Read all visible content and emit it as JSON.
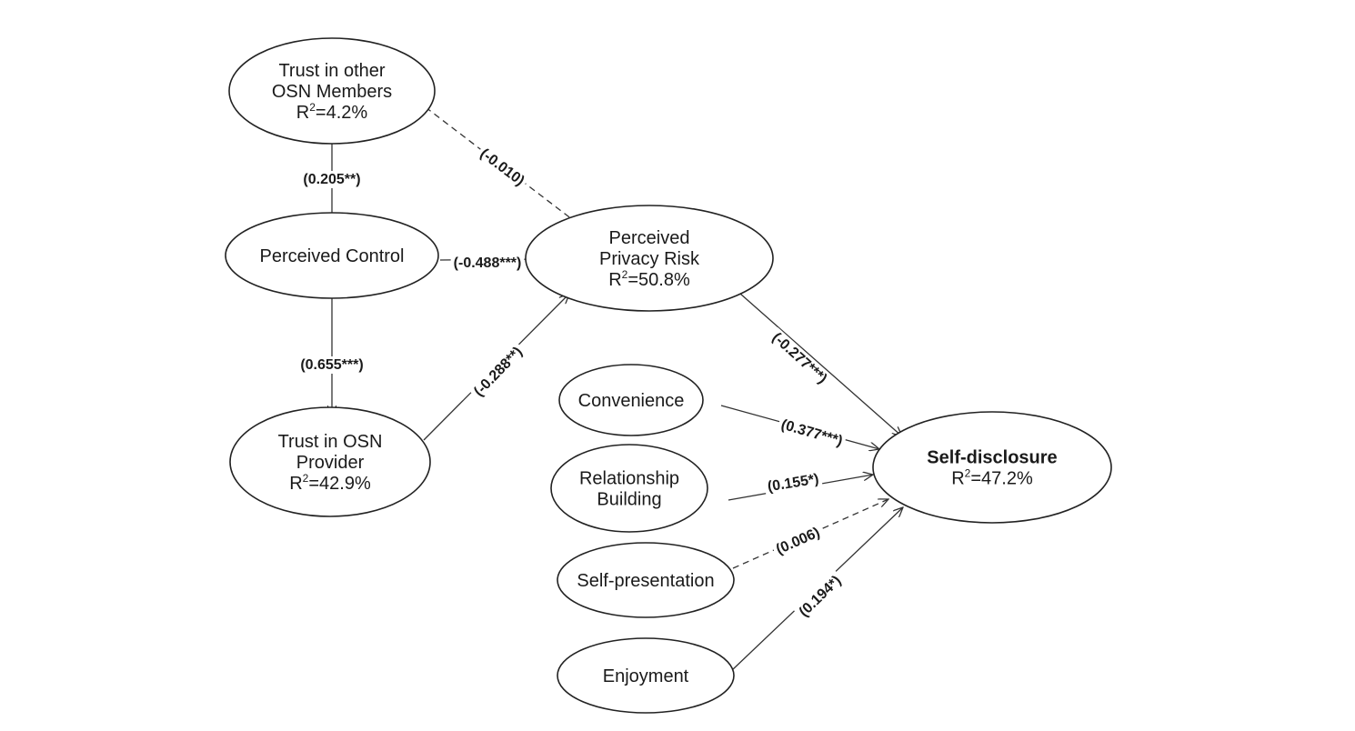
{
  "nodes": [
    {
      "id": "trust_members",
      "lines": [
        "Trust in other",
        "OSN Members"
      ],
      "r2": "4.2%",
      "bold": false
    },
    {
      "id": "perceived_control",
      "lines": [
        "Perceived Control"
      ],
      "r2": null,
      "bold": false
    },
    {
      "id": "trust_provider",
      "lines": [
        "Trust in OSN",
        "Provider"
      ],
      "r2": "42.9%",
      "bold": false
    },
    {
      "id": "privacy_risk",
      "lines": [
        "Perceived",
        "Privacy Risk"
      ],
      "r2": "50.8%",
      "bold": false
    },
    {
      "id": "convenience",
      "lines": [
        "Convenience"
      ],
      "r2": null,
      "bold": false
    },
    {
      "id": "relationship",
      "lines": [
        "Relationship",
        "Building"
      ],
      "r2": null,
      "bold": false
    },
    {
      "id": "self_presentation",
      "lines": [
        "Self-presentation"
      ],
      "r2": null,
      "bold": false
    },
    {
      "id": "enjoyment",
      "lines": [
        "Enjoyment"
      ],
      "r2": null,
      "bold": false
    },
    {
      "id": "self_disclosure",
      "lines": [
        "Self-disclosure"
      ],
      "r2": "47.2%",
      "bold": true
    }
  ],
  "r2_prefix": "R",
  "r2_sup": "2",
  "edges": [
    {
      "id": "control_to_members",
      "from": "perceived_control",
      "to": "trust_members",
      "coefficient": "(0.205**)",
      "style": "solid"
    },
    {
      "id": "members_to_risk",
      "from": "trust_members",
      "to": "privacy_risk",
      "coefficient": "(-0.010)",
      "style": "dashed"
    },
    {
      "id": "control_to_risk",
      "from": "perceived_control",
      "to": "privacy_risk",
      "coefficient": "(-0.488***)",
      "style": "solid"
    },
    {
      "id": "control_to_provider",
      "from": "perceived_control",
      "to": "trust_provider",
      "coefficient": "(0.655***)",
      "style": "solid"
    },
    {
      "id": "provider_to_risk",
      "from": "trust_provider",
      "to": "privacy_risk",
      "coefficient": "(-0.288**)",
      "style": "solid"
    },
    {
      "id": "risk_to_disclosure",
      "from": "privacy_risk",
      "to": "self_disclosure",
      "coefficient": "(-0.277***)",
      "style": "solid"
    },
    {
      "id": "convenience_to_disclosure",
      "from": "convenience",
      "to": "self_disclosure",
      "coefficient": "(0.377***)",
      "style": "solid"
    },
    {
      "id": "relationship_to_disclosure",
      "from": "relationship",
      "to": "self_disclosure",
      "coefficient": "(0.155*)",
      "style": "solid"
    },
    {
      "id": "presentation_to_disclosure",
      "from": "self_presentation",
      "to": "self_disclosure",
      "coefficient": "(0.006)",
      "style": "dashed"
    },
    {
      "id": "enjoyment_to_disclosure",
      "from": "enjoyment",
      "to": "self_disclosure",
      "coefficient": "(0.194*)",
      "style": "solid"
    }
  ]
}
